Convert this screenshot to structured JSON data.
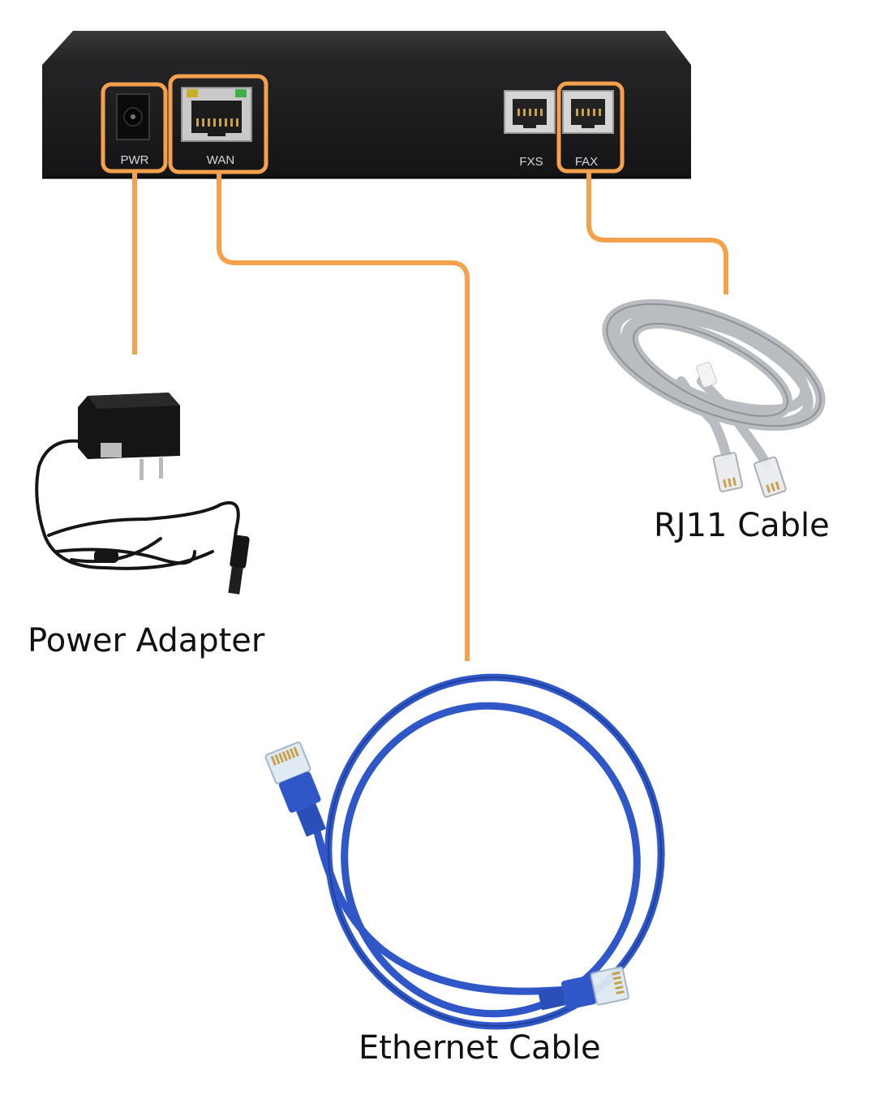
{
  "device": {
    "ports": {
      "pwr": "PWR",
      "wan": "WAN",
      "fxs": "FXS",
      "fax": "FAX"
    }
  },
  "items": {
    "rj11_cable": "RJ11 Cable",
    "power_adapter": "Power Adapter",
    "ethernet_cable": "Ethernet Cable"
  },
  "colors": {
    "connector_line": "#F4A04D",
    "device_body": "#1c1c1e",
    "ethernet_cable": "#2f57c7",
    "rj11_cable": "#b9bcc0",
    "adapter": "#151515"
  }
}
